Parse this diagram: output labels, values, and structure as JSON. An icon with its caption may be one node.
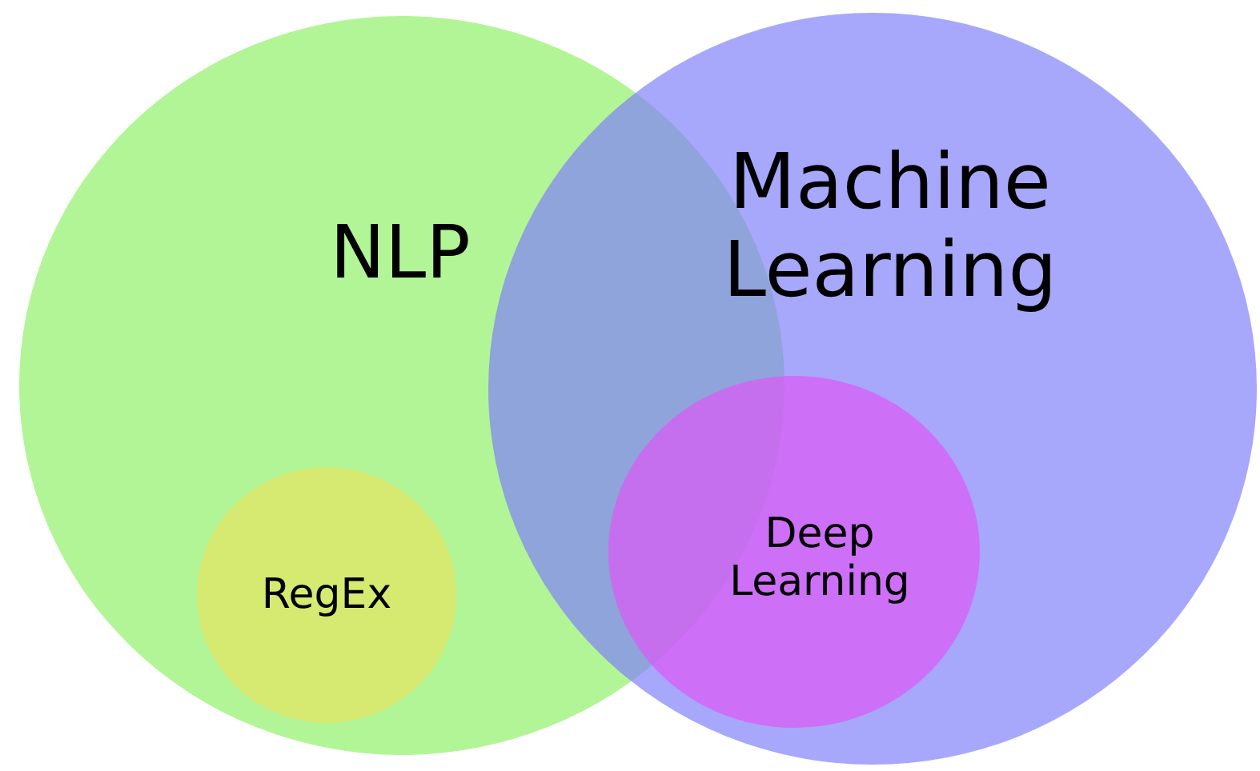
{
  "diagram": {
    "nodes": [
      {
        "text": [
          "NLP"
        ]
      },
      {
        "text": [
          "Machine Learning"
        ]
      },
      {
        "text": [
          "RegEx"
        ],
        "in": 0
      },
      {
        "text": [
          "Deep Learning"
        ],
        "in": 1
      }
    ]
  }
}
